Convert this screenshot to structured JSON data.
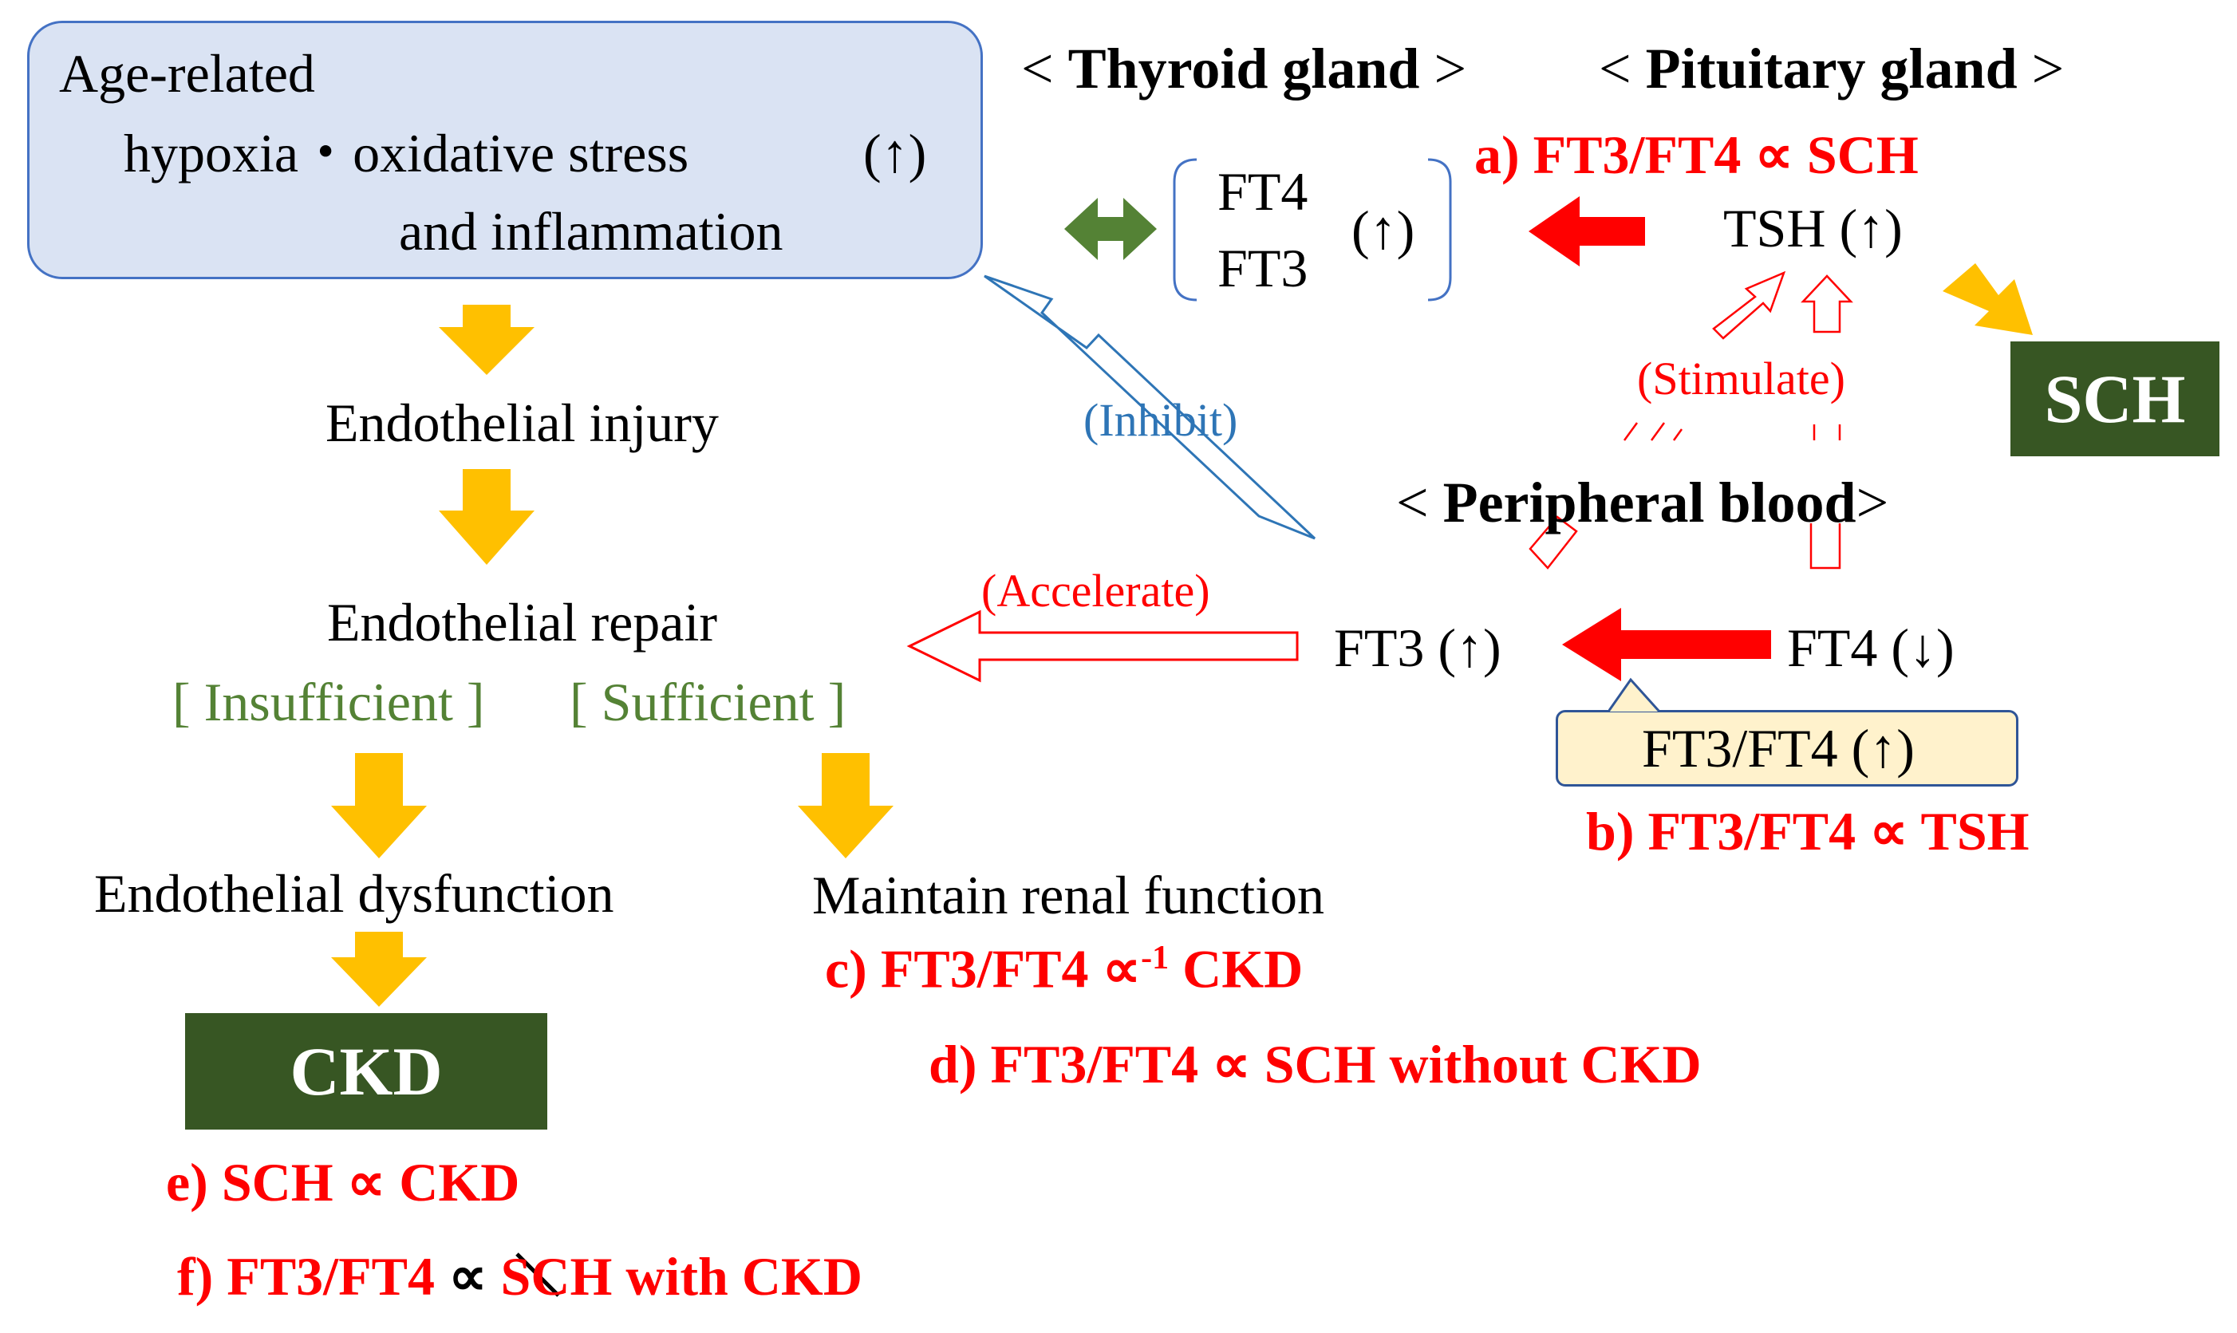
{
  "box_age": {
    "line1": "Age-related",
    "line2": "hypoxia・oxidative stress",
    "line2_arrow": "(↑)",
    "line3": "and inflammation"
  },
  "headers": {
    "thyroid_open": "< ",
    "thyroid": "Thyroid  gland",
    "thyroid_close": " >",
    "pituitary_open": "< ",
    "pituitary": "Pituitary gland",
    "pituitary_close": " >",
    "peripheral_open": "< ",
    "peripheral": "Peripheral  blood",
    "peripheral_close": ">"
  },
  "hormones": {
    "ft4": "FT4",
    "ft3": "FT3",
    "thyroid_arrow": "(↑)",
    "tsh": "TSH (↑)",
    "peripheral_ft3": "FT3 (↑)",
    "peripheral_ft4": "FT4 (↓)",
    "ratio_box": "FT3/FT4 (↑)"
  },
  "labels": {
    "inhibit": "(Inhibit)",
    "stimulate": "(Stimulate)",
    "accelerate": "(Accelerate)"
  },
  "pathway": {
    "injury": "Endothelial injury",
    "repair": "Endothelial repair",
    "insufficient": "[ Insufficient ]",
    "sufficient": "[ Sufficient ]",
    "dysfunction": "Endothelial dysfunction",
    "maintain": "Maintain renal function"
  },
  "outcomes": {
    "sch": "SCH",
    "ckd": "CKD"
  },
  "findings": {
    "a": "a) FT3/FT4 ∝ SCH",
    "b": "b) FT3/FT4 ∝ TSH",
    "c_pre": "c) FT3/FT4 ∝",
    "c_sup": "-1",
    "c_post": " CKD",
    "d": "d) FT3/FT4 ∝ SCH without CKD",
    "e": "e) SCH ∝ CKD",
    "f_pre": "f) FT3/FT4 ",
    "f_sym": "∝",
    "f_post": " SCH with CKD"
  },
  "colors": {
    "red": "#ff0000",
    "dark_green": "#375623",
    "text_green": "#548235",
    "blue": "#2e75b6",
    "amber": "#ffc000",
    "box_blue": "#dae3f3",
    "box_tan": "#fff2cc"
  }
}
